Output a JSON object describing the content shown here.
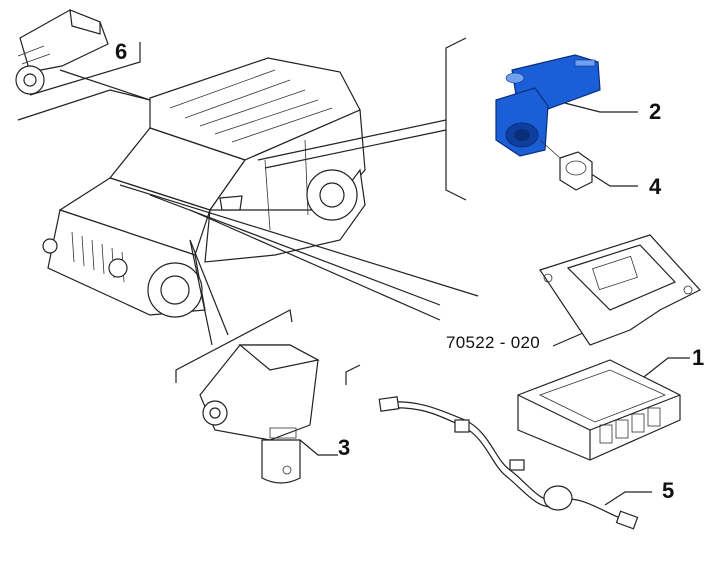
{
  "callouts": {
    "c1": "1",
    "c2": "2",
    "c3": "3",
    "c4": "4",
    "c5": "5",
    "c6": "6"
  },
  "part_code": "70522 - 020",
  "colors": {
    "highlight": "#1b5fd8",
    "line": "#222222",
    "background": "#ffffff"
  }
}
